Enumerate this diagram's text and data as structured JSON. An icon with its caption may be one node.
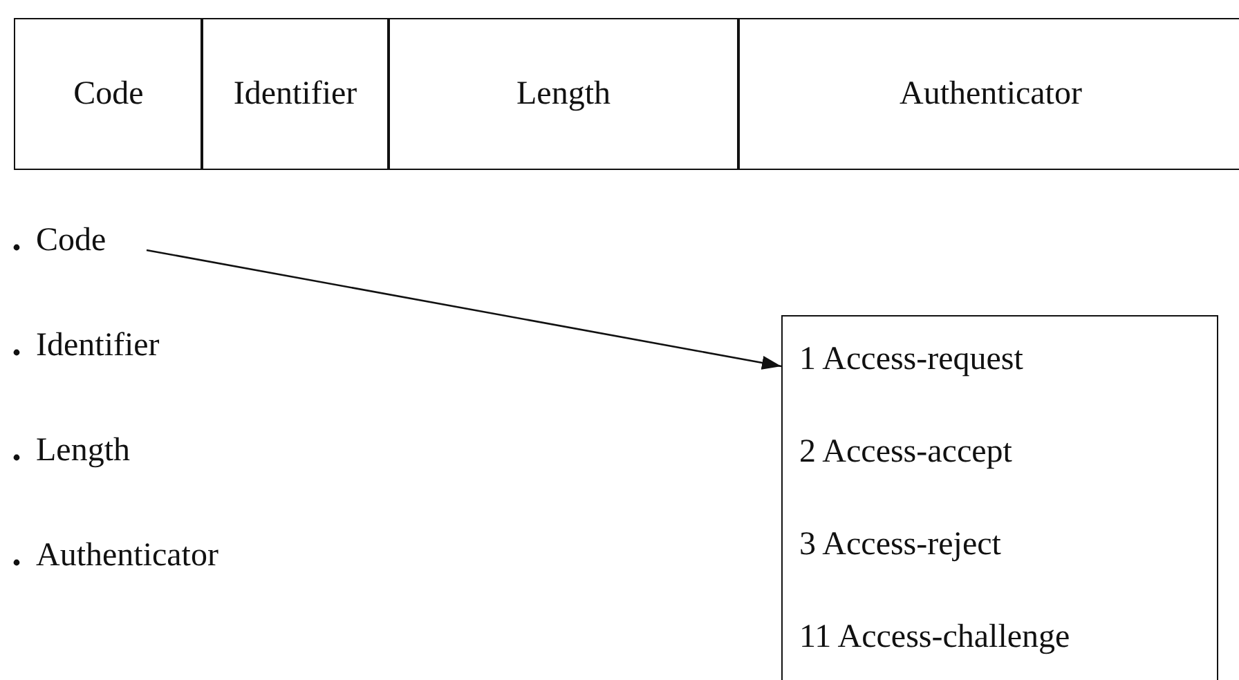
{
  "diagram": {
    "nodes": [
      {
        "text": [
          "Code"
        ]
      },
      {
        "text": [
          "1 Access-request",
          "2 Access-accept",
          "3 Access-reject",
          "11 Access-challenge"
        ]
      }
    ],
    "edges": [
      {
        "from": 0,
        "to": 1,
        "arrow": "to"
      }
    ],
    "labels": [
      "Code",
      "Identifier",
      "Length",
      "Authenticator",
      "Identifier",
      "Length",
      "Authenticator"
    ]
  }
}
